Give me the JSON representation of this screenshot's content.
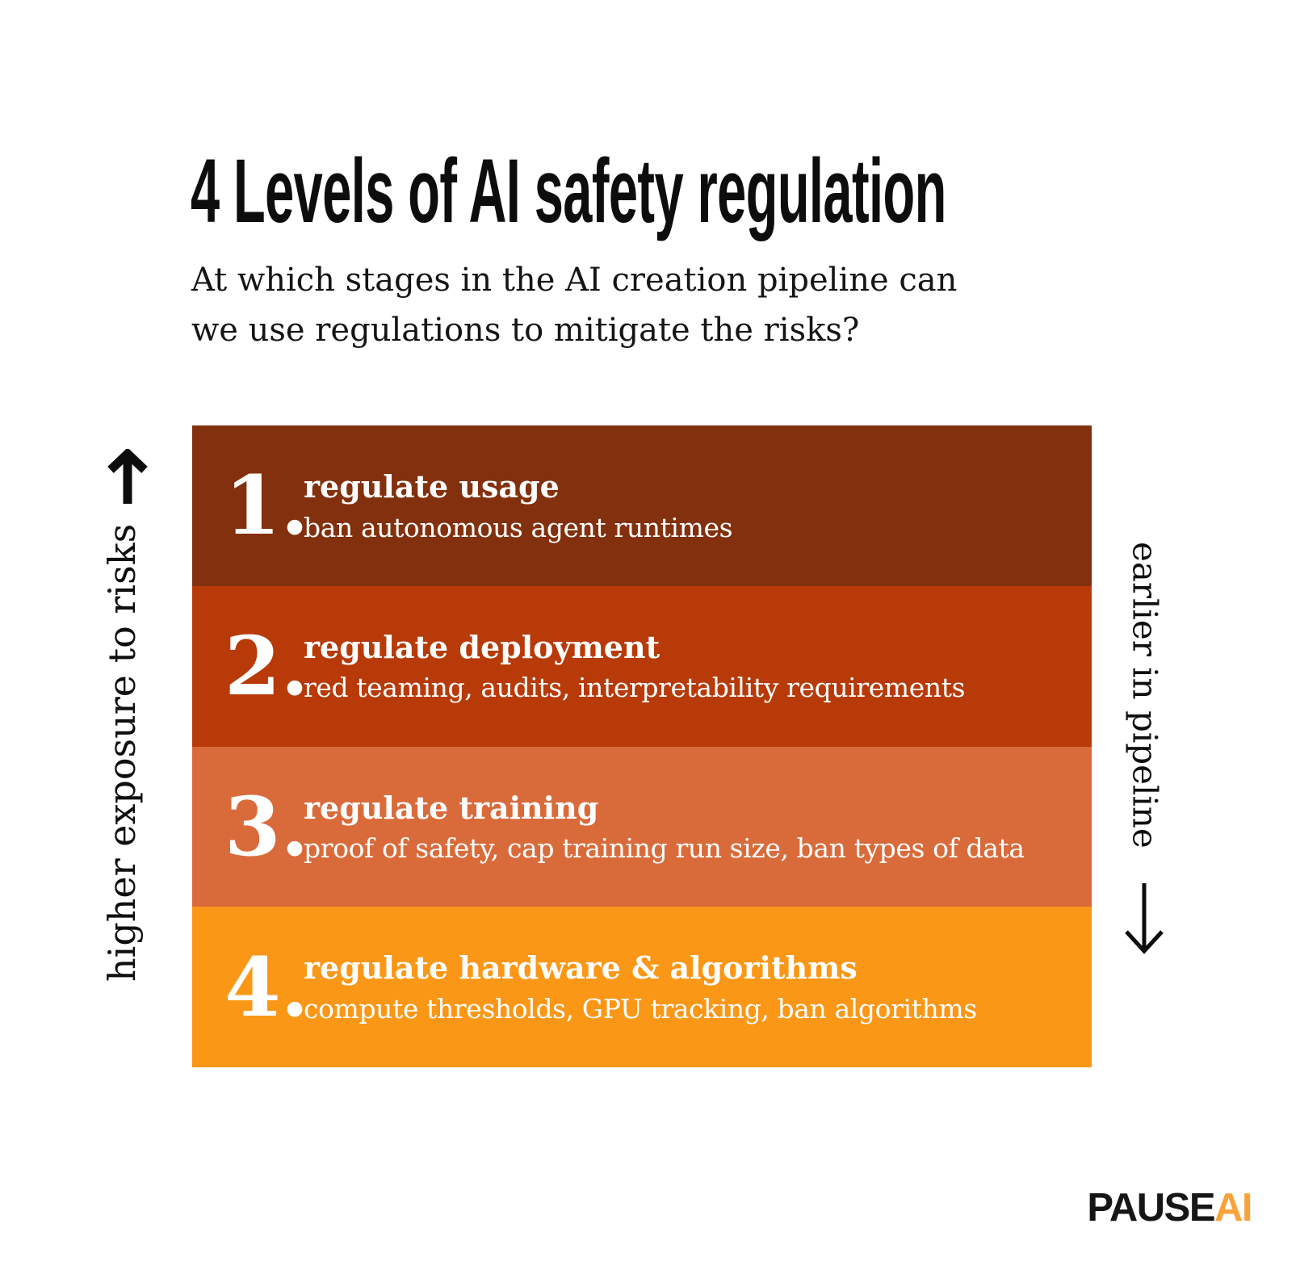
{
  "page": {
    "title": "4 Levels of AI safety regulation",
    "subtitle_lines": [
      "At which stages in the AI creation pipeline can",
      "we use regulations to mitigate the risks?"
    ]
  },
  "axes": {
    "left_label": "higher exposure to risks",
    "left_arrow_icon": "arrow-up-icon",
    "right_label": "earlier in pipeline",
    "right_arrow_icon": "arrow-down-icon",
    "arrow_color": "#0d0d0d"
  },
  "levels": [
    {
      "number": "1.",
      "title": "regulate usage",
      "description": "ban autonomous agent runtimes",
      "color": "#83300E"
    },
    {
      "number": "2.",
      "title": "regulate deployment",
      "description": "red teaming, audits, interpretability requirements",
      "color": "#B73A08"
    },
    {
      "number": "3.",
      "title": "regulate training",
      "description": "proof of safety, cap training run size, ban types of data",
      "color": "#D96B3B"
    },
    {
      "number": "4.",
      "title": "regulate hardware & algorithms",
      "description": "compute thresholds, GPU tracking, ban algorithms",
      "color": "#FB9716"
    }
  ],
  "text_on_levels_color": "#FFFFFF",
  "logo": {
    "part1": "PAUSE",
    "part2": "AI",
    "accent_color": "#F9A23B"
  }
}
